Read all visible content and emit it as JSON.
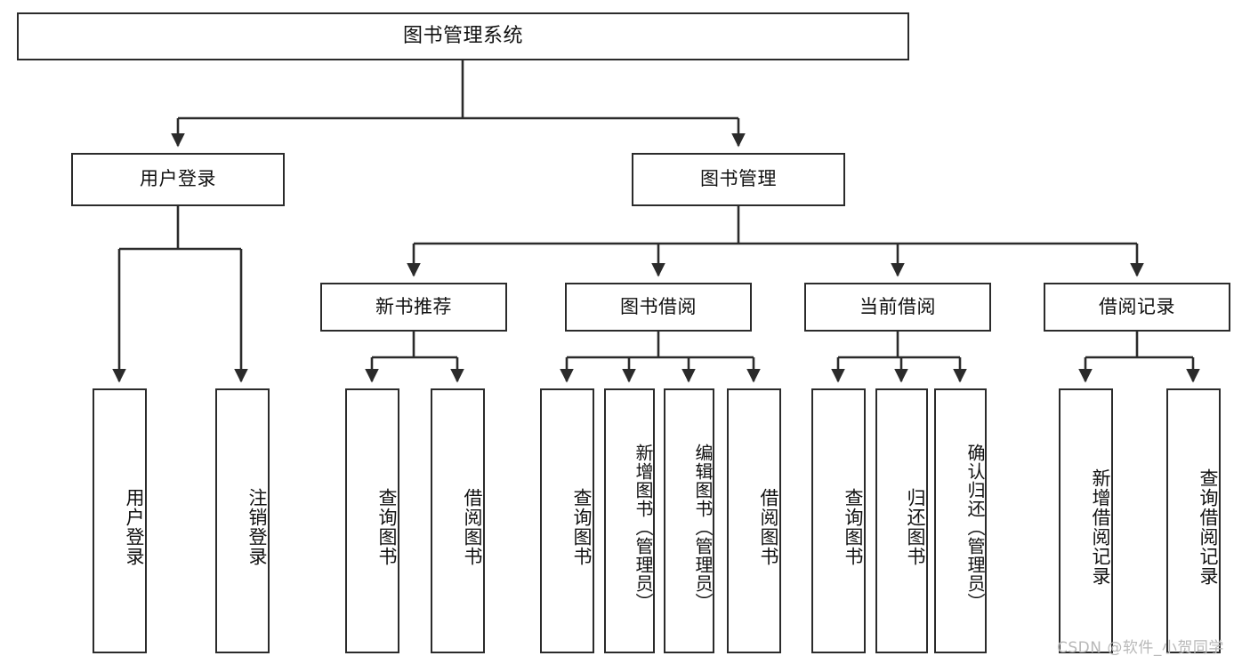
{
  "diagram": {
    "title": "图书管理系统",
    "root": {
      "label": "图书管理系统"
    },
    "level1": [
      {
        "label": "用户登录"
      },
      {
        "label": "图书管理"
      }
    ],
    "level2": [
      {
        "label": "新书推荐"
      },
      {
        "label": "图书借阅"
      },
      {
        "label": "当前借阅"
      },
      {
        "label": "借阅记录"
      }
    ],
    "leaves": {
      "user_login": [
        {
          "label": "用户登录"
        },
        {
          "label": "注销登录"
        }
      ],
      "new_book": [
        {
          "label": "查询图书"
        },
        {
          "label": "借阅图书"
        }
      ],
      "book_borrow": [
        {
          "label": "查询图书"
        },
        {
          "label": "新增图书（管理员）"
        },
        {
          "label": "编辑图书（管理员）"
        },
        {
          "label": "借阅图书"
        }
      ],
      "current_borrow": [
        {
          "label": "查询图书"
        },
        {
          "label": "归还图书"
        },
        {
          "label": "确认归还（管理员）"
        }
      ],
      "borrow_record": [
        {
          "label": "新增借阅记录"
        },
        {
          "label": "查询借阅记录"
        }
      ]
    },
    "watermark": "CSDN @软件_小贺同学",
    "colors": {
      "stroke": "#2b2b2b",
      "background": "#ffffff",
      "text": "#111111",
      "watermark": "#b8b8b8"
    }
  }
}
